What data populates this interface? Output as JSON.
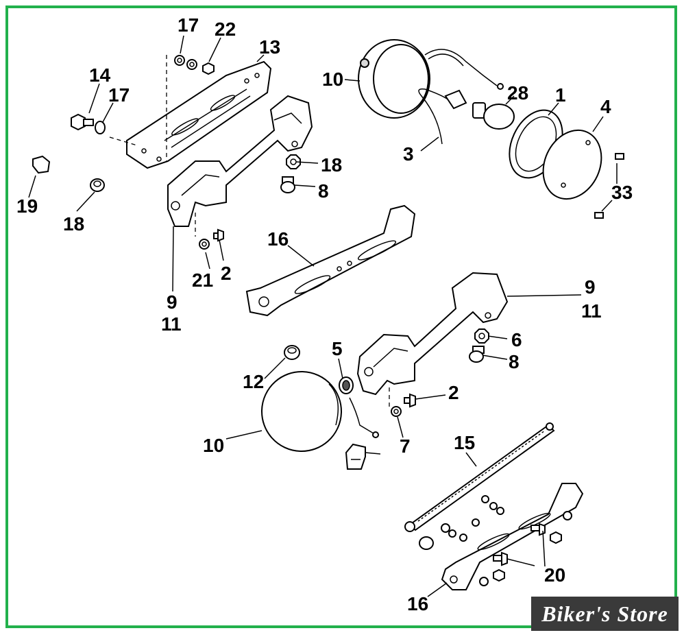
{
  "labels": {
    "l17a": "17",
    "l22": "22",
    "l13": "13",
    "l14": "14",
    "l17b": "17",
    "l10a": "10",
    "l28": "28",
    "l1": "1",
    "l4": "4",
    "l3": "3",
    "l18a": "18",
    "l8a": "8",
    "l33": "33",
    "l19": "19",
    "l18b": "18",
    "l16a": "16",
    "l21": "21",
    "l2a": "2",
    "l9a": "9",
    "l11a": "11",
    "l9b": "9",
    "l11b": "11",
    "l6": "6",
    "l8b": "8",
    "l5": "5",
    "l12": "12",
    "l2b": "2",
    "l7": "7",
    "l10b": "10",
    "l15": "15",
    "l20": "20",
    "l16b": "16"
  },
  "watermark": "Biker's Store",
  "colors": {
    "frame": "#22b14c",
    "ink": "#000000",
    "watermark_bg": "#3a3a3a"
  }
}
